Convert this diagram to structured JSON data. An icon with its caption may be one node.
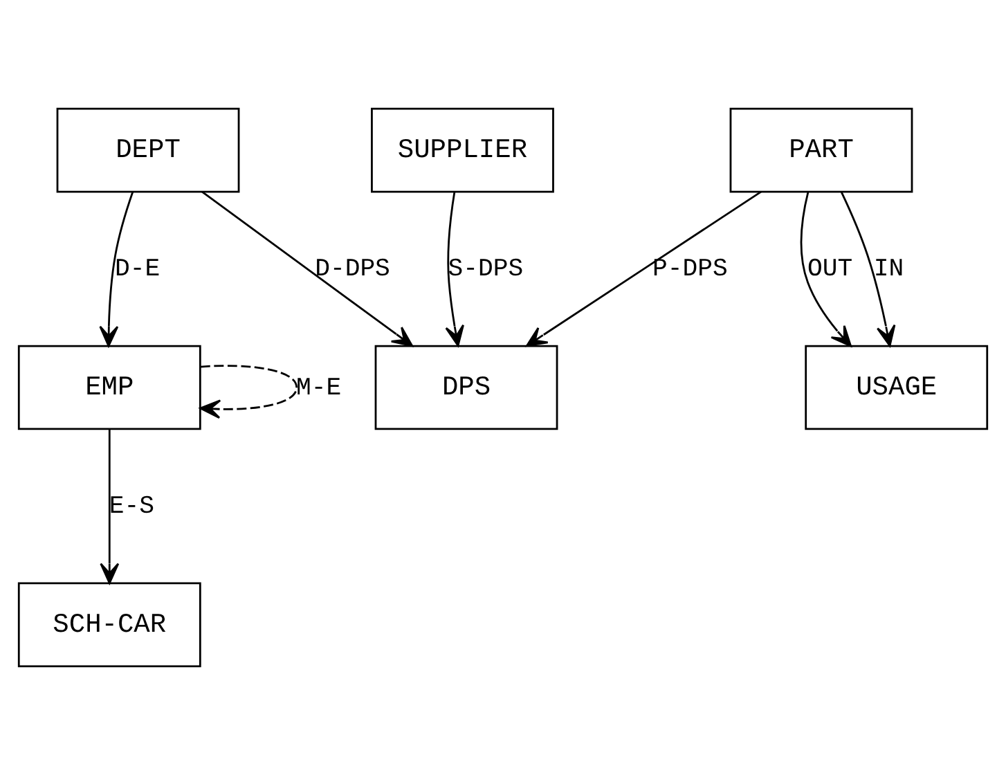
{
  "diagram": {
    "nodes": [
      {
        "text": [
          "DEPT"
        ]
      },
      {
        "text": [
          "PART"
        ]
      },
      {
        "text": [
          "EMP"
        ]
      },
      {
        "text": [
          "DPS"
        ]
      },
      {
        "text": [
          "USAGE"
        ]
      },
      {
        "text": [
          "SCH-CAR"
        ]
      },
      {
        "text": [
          "SUPPLIER"
        ]
      }
    ],
    "edges": [
      {
        "from": 0,
        "to": 2,
        "arrow": "to",
        "label": "D-E"
      },
      {
        "from": 0,
        "to": 3,
        "arrow": "to",
        "label": "D-DPS"
      },
      {
        "from": 1,
        "to": 3,
        "arrow": "to",
        "label": "P-DPS"
      },
      {
        "from": 1,
        "to": 4,
        "arrow": "to",
        "label": "OUT"
      },
      {
        "from": 1,
        "to": 4,
        "arrow": "to",
        "label": "IN"
      },
      {
        "from": 2,
        "to": 2,
        "arrow": "to",
        "label": "M-E",
        "style": "dashed"
      },
      {
        "from": 2,
        "to": 5,
        "arrow": "to",
        "label": "E-S"
      },
      {
        "from": 6,
        "to": 3,
        "arrow": "to",
        "label": "S-DPS"
      }
    ]
  }
}
